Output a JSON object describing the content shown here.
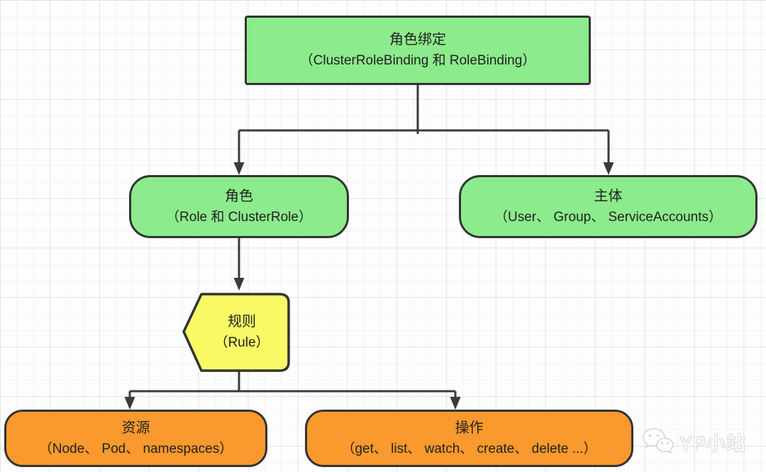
{
  "nodes": {
    "role_binding": {
      "title": "角色绑定",
      "subtitle": "（ClusterRoleBinding 和 RoleBinding）"
    },
    "role": {
      "title": "角色",
      "subtitle": "（Role 和 ClusterRole）"
    },
    "subject": {
      "title": "主体",
      "subtitle": "（User、 Group、 ServiceAccounts）"
    },
    "rule": {
      "title": "规则",
      "subtitle": "（Rule）"
    },
    "resource": {
      "title": "资源",
      "subtitle": "（Node、 Pod、 namespaces）"
    },
    "operation": {
      "title": "操作",
      "subtitle": "（get、 list、 watch、 create、 delete ...）"
    }
  },
  "edges": [
    {
      "from": "role_binding",
      "to": "role"
    },
    {
      "from": "role_binding",
      "to": "subject"
    },
    {
      "from": "role",
      "to": "rule"
    },
    {
      "from": "rule",
      "to": "resource"
    },
    {
      "from": "rule",
      "to": "operation"
    }
  ],
  "colors": {
    "node_green": "#8CEB8C",
    "node_yellow": "#F9F966",
    "node_orange": "#F9992E",
    "node_border": "#333333",
    "connector": "#3A3A3A",
    "text": "#222222",
    "grid_line": "#ECECEF",
    "background": "#FDFDFE"
  },
  "watermark": {
    "icon": "wechat-icon",
    "text": "YP小站"
  }
}
